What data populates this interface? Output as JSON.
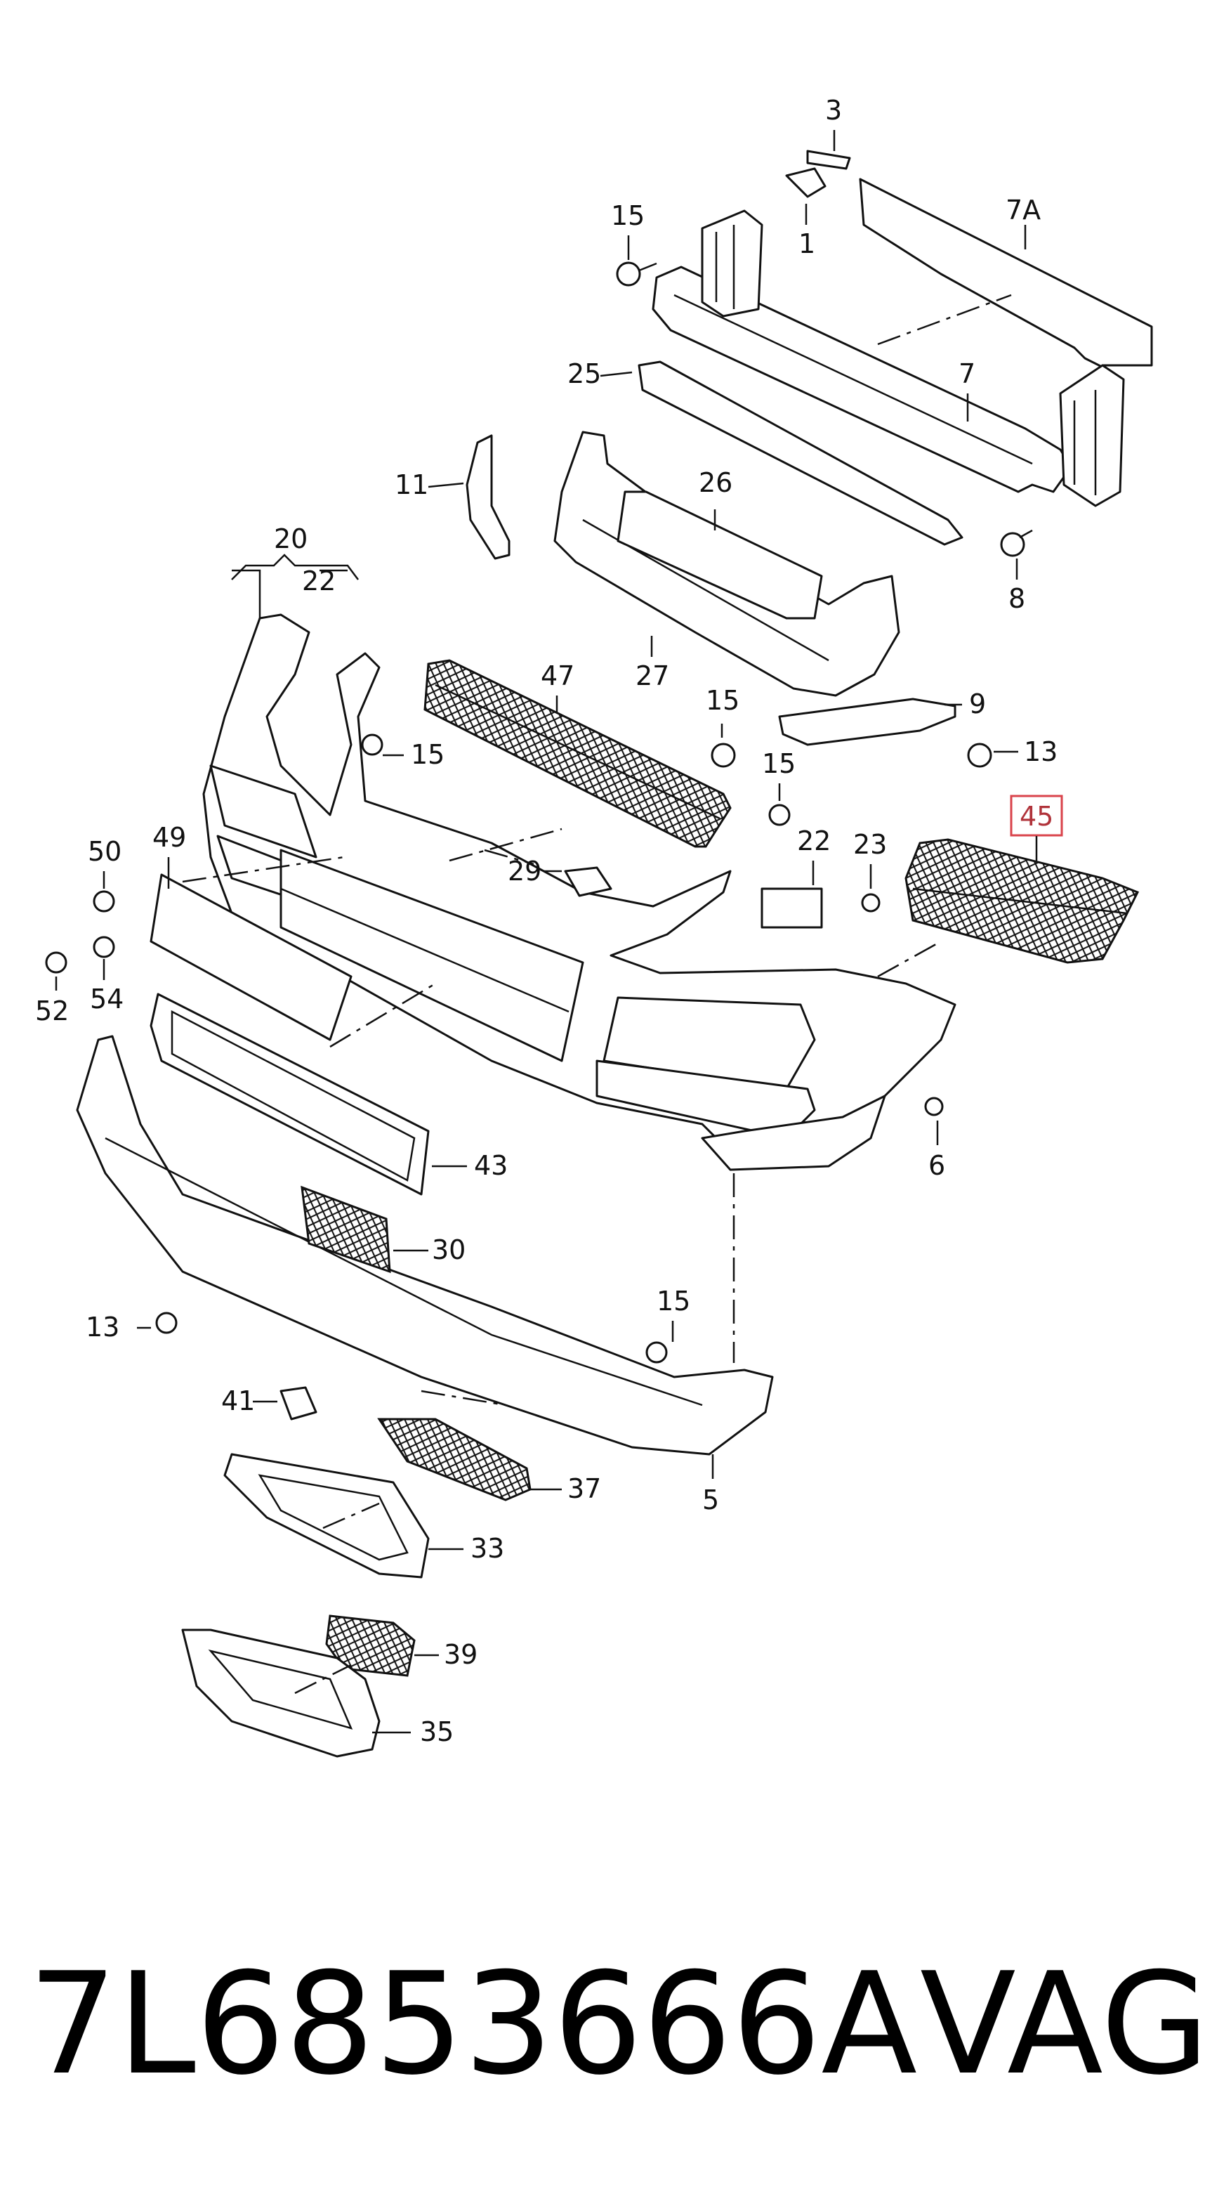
{
  "diagram": {
    "callouts": [
      {
        "id": "3",
        "label": "3"
      },
      {
        "id": "1",
        "label": "1"
      },
      {
        "id": "15a",
        "label": "15"
      },
      {
        "id": "7A",
        "label": "7A"
      },
      {
        "id": "25",
        "label": "25"
      },
      {
        "id": "7",
        "label": "7"
      },
      {
        "id": "11",
        "label": "11"
      },
      {
        "id": "26",
        "label": "26"
      },
      {
        "id": "8",
        "label": "8"
      },
      {
        "id": "20",
        "label": "20"
      },
      {
        "id": "22a",
        "label": "22"
      },
      {
        "id": "47",
        "label": "47"
      },
      {
        "id": "27",
        "label": "27"
      },
      {
        "id": "15b",
        "label": "15"
      },
      {
        "id": "9",
        "label": "9"
      },
      {
        "id": "13a",
        "label": "13"
      },
      {
        "id": "15c",
        "label": "15"
      },
      {
        "id": "15d",
        "label": "15"
      },
      {
        "id": "45",
        "label": "45",
        "highlighted": true
      },
      {
        "id": "50",
        "label": "50"
      },
      {
        "id": "49",
        "label": "49"
      },
      {
        "id": "29",
        "label": "29"
      },
      {
        "id": "22b",
        "label": "22"
      },
      {
        "id": "23",
        "label": "23"
      },
      {
        "id": "52",
        "label": "52"
      },
      {
        "id": "54",
        "label": "54"
      },
      {
        "id": "6",
        "label": "6"
      },
      {
        "id": "43",
        "label": "43"
      },
      {
        "id": "30",
        "label": "30"
      },
      {
        "id": "13b",
        "label": "13"
      },
      {
        "id": "15e",
        "label": "15"
      },
      {
        "id": "41",
        "label": "41"
      },
      {
        "id": "37",
        "label": "37"
      },
      {
        "id": "5",
        "label": "5"
      },
      {
        "id": "33",
        "label": "33"
      },
      {
        "id": "39",
        "label": "39"
      },
      {
        "id": "35",
        "label": "35"
      }
    ],
    "highlight_color": "#d9434b"
  },
  "footer": {
    "part_number": "7L6853666A",
    "brand": "VAG"
  }
}
